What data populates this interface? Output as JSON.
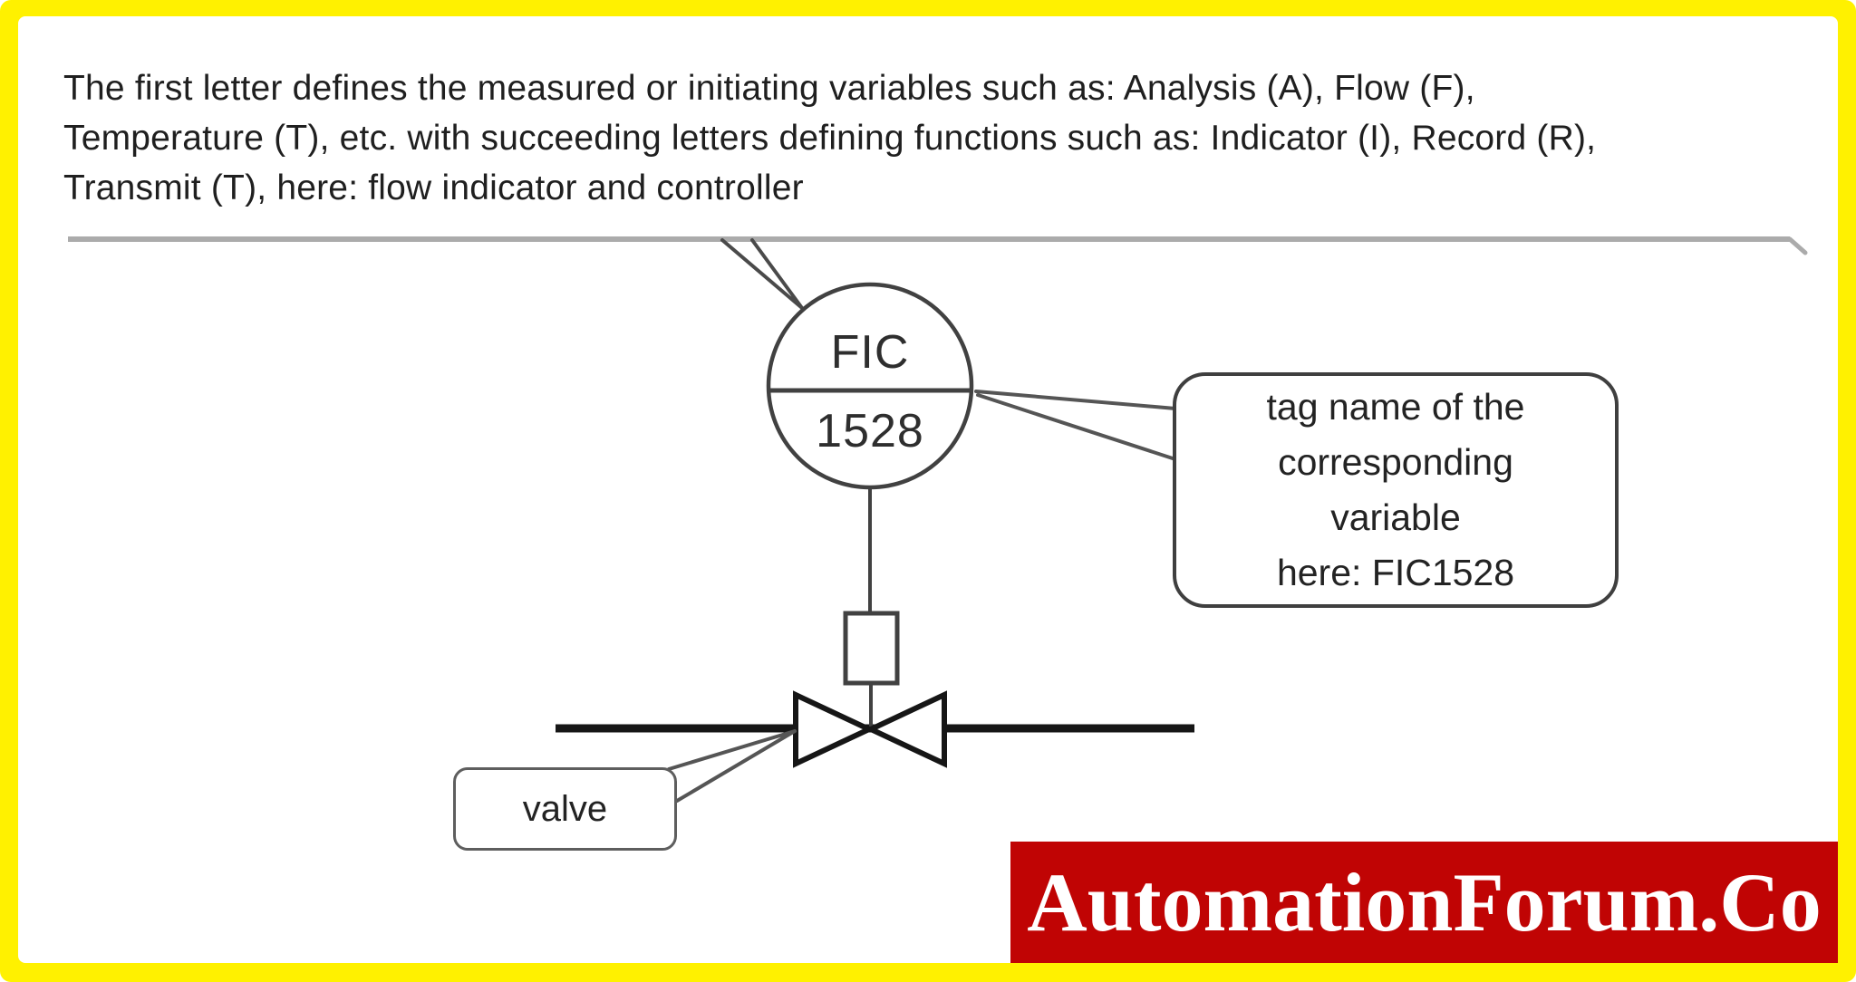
{
  "description": {
    "text": "The first letter defines the measured or initiating variables such as: Analysis (A), Flow (F),\nTemperature (T), etc. with succeeding letters defining functions such as: Indicator (I), Record (R),\nTransmit (T), here: flow indicator and controller"
  },
  "instrument": {
    "function_label": "FIC",
    "loop_number": "1528"
  },
  "callouts": {
    "tag": {
      "text": "tag name of the\ncorresponding\nvariable\nhere: FIC1528"
    },
    "valve": {
      "text": "valve"
    }
  },
  "watermark": {
    "text": "AutomationForum.Co",
    "background": "#C00404",
    "text_color": "#FFFFFF"
  },
  "colors": {
    "frame_yellow": "#FFF100",
    "separator_gray": "#ABABAB",
    "diagram_stroke": "#414141",
    "pipe_black": "#161616"
  }
}
